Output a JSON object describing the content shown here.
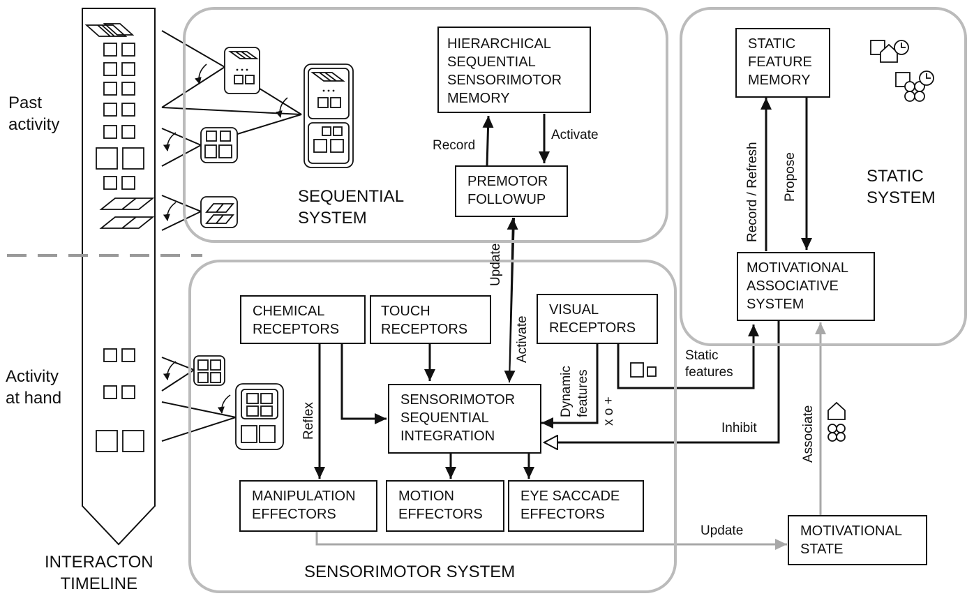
{
  "left_labels": {
    "past": "Past\nactivity",
    "at_hand": "Activity\nat hand",
    "timeline": "INTERACTON\nTIMELINE"
  },
  "regions": {
    "sequential": "SEQUENTIAL\nSYSTEM",
    "static": "STATIC\nSYSTEM",
    "sensorimotor": "SENSORIMOTOR SYSTEM"
  },
  "boxes": {
    "hierarchical": "HIERARCHICAL\nSEQUENTIAL\nSENSORIMOTOR\nMEMORY",
    "premotor": "PREMOTOR\nFOLLOWUP",
    "static_memory": "STATIC\nFEATURE\nMEMORY",
    "motivational_assoc": "MOTIVATIONAL\nASSOCIATIVE\nSYSTEM",
    "chemical": "CHEMICAL\nRECEPTORS",
    "touch": "TOUCH\nRECEPTORS",
    "visual": "VISUAL\nRECEPTORS",
    "integration": "SENSORIMOTOR\nSEQUENTIAL\nINTEGRATION",
    "manipulation": "MANIPULATION\nEFFECTORS",
    "motion": "MOTION\nEFFECTORS",
    "eye": "EYE SACCADE\nEFFECTORS",
    "motivational_state": "MOTIVATIONAL\nSTATE"
  },
  "edges": {
    "record": "Record",
    "activate_top": "Activate",
    "update_v": "Update",
    "activate_v": "Activate",
    "record_refresh": "Record / Refresh",
    "propose": "Propose",
    "reflex": "Reflex",
    "dynamic": "Dynamic\nfeatures",
    "xo": "x o +",
    "static_features": "Static\nfeatures",
    "inhibit": "Inhibit",
    "associate": "Associate",
    "update_bottom": "Update"
  },
  "colors": {
    "line": "#111111",
    "region": "#bbbbbb",
    "gray_arrow": "#a8a8a8",
    "dash": "#999999"
  }
}
